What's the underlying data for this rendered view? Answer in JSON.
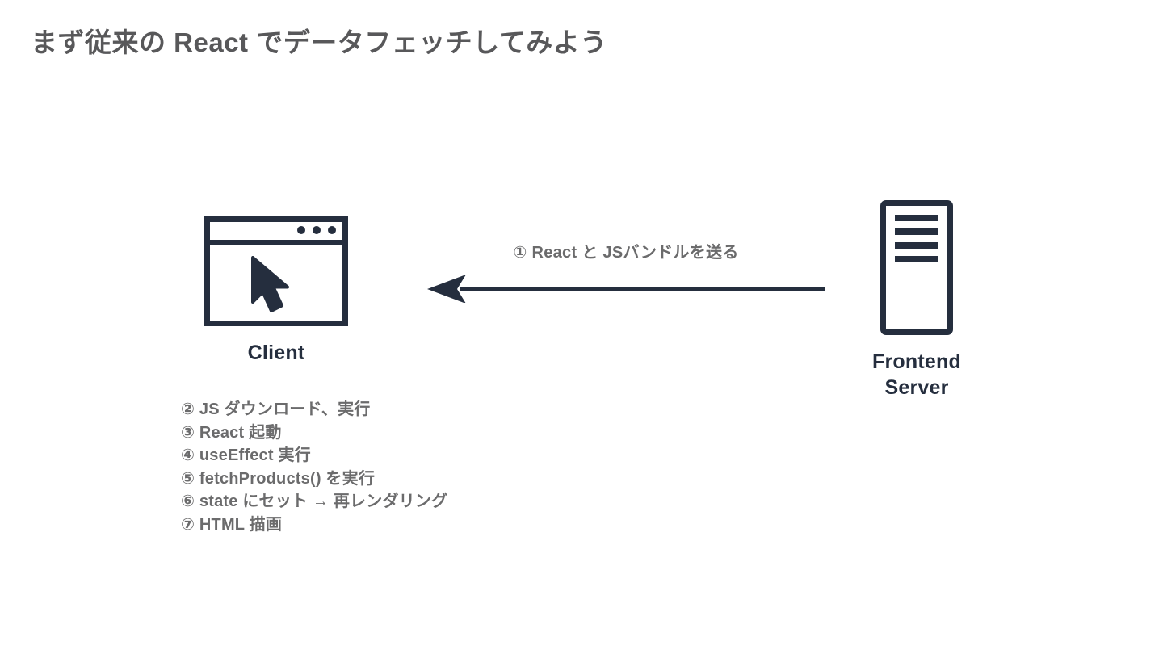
{
  "slide": {
    "title": "まず従来の React でデータフェッチしてみよう",
    "background_color": "#ffffff"
  },
  "colors": {
    "title_text": "#58585a",
    "node_icon": "#252e3e",
    "node_label": "#252e3e",
    "body_text": "#6b6b6c",
    "arrow": "#252e3e"
  },
  "diagram": {
    "client": {
      "label": "Client",
      "icon": "browser-window-icon",
      "cursor_icon": "mouse-cursor-icon",
      "dot_count": 3
    },
    "server": {
      "label_line1": "Frontend",
      "label_line2": "Server",
      "icon": "server-tower-icon",
      "bar_count": 4
    },
    "arrow": {
      "label": "① React と JSバンドルを送る",
      "direction": "right-to-left",
      "from": "Frontend Server",
      "to": "Client"
    }
  },
  "steps": [
    {
      "marker": "②",
      "text": "② JS ダウンロード、実行"
    },
    {
      "marker": "③",
      "text": "③ React 起動"
    },
    {
      "marker": "④",
      "text": "④ useEffect 実行"
    },
    {
      "marker": "⑤",
      "text": "⑤ fetchProducts() を実行"
    },
    {
      "marker": "⑥",
      "text": "⑥ state にセット → 再レンダリング"
    },
    {
      "marker": "⑦",
      "text": "⑦ HTML 描画"
    }
  ]
}
